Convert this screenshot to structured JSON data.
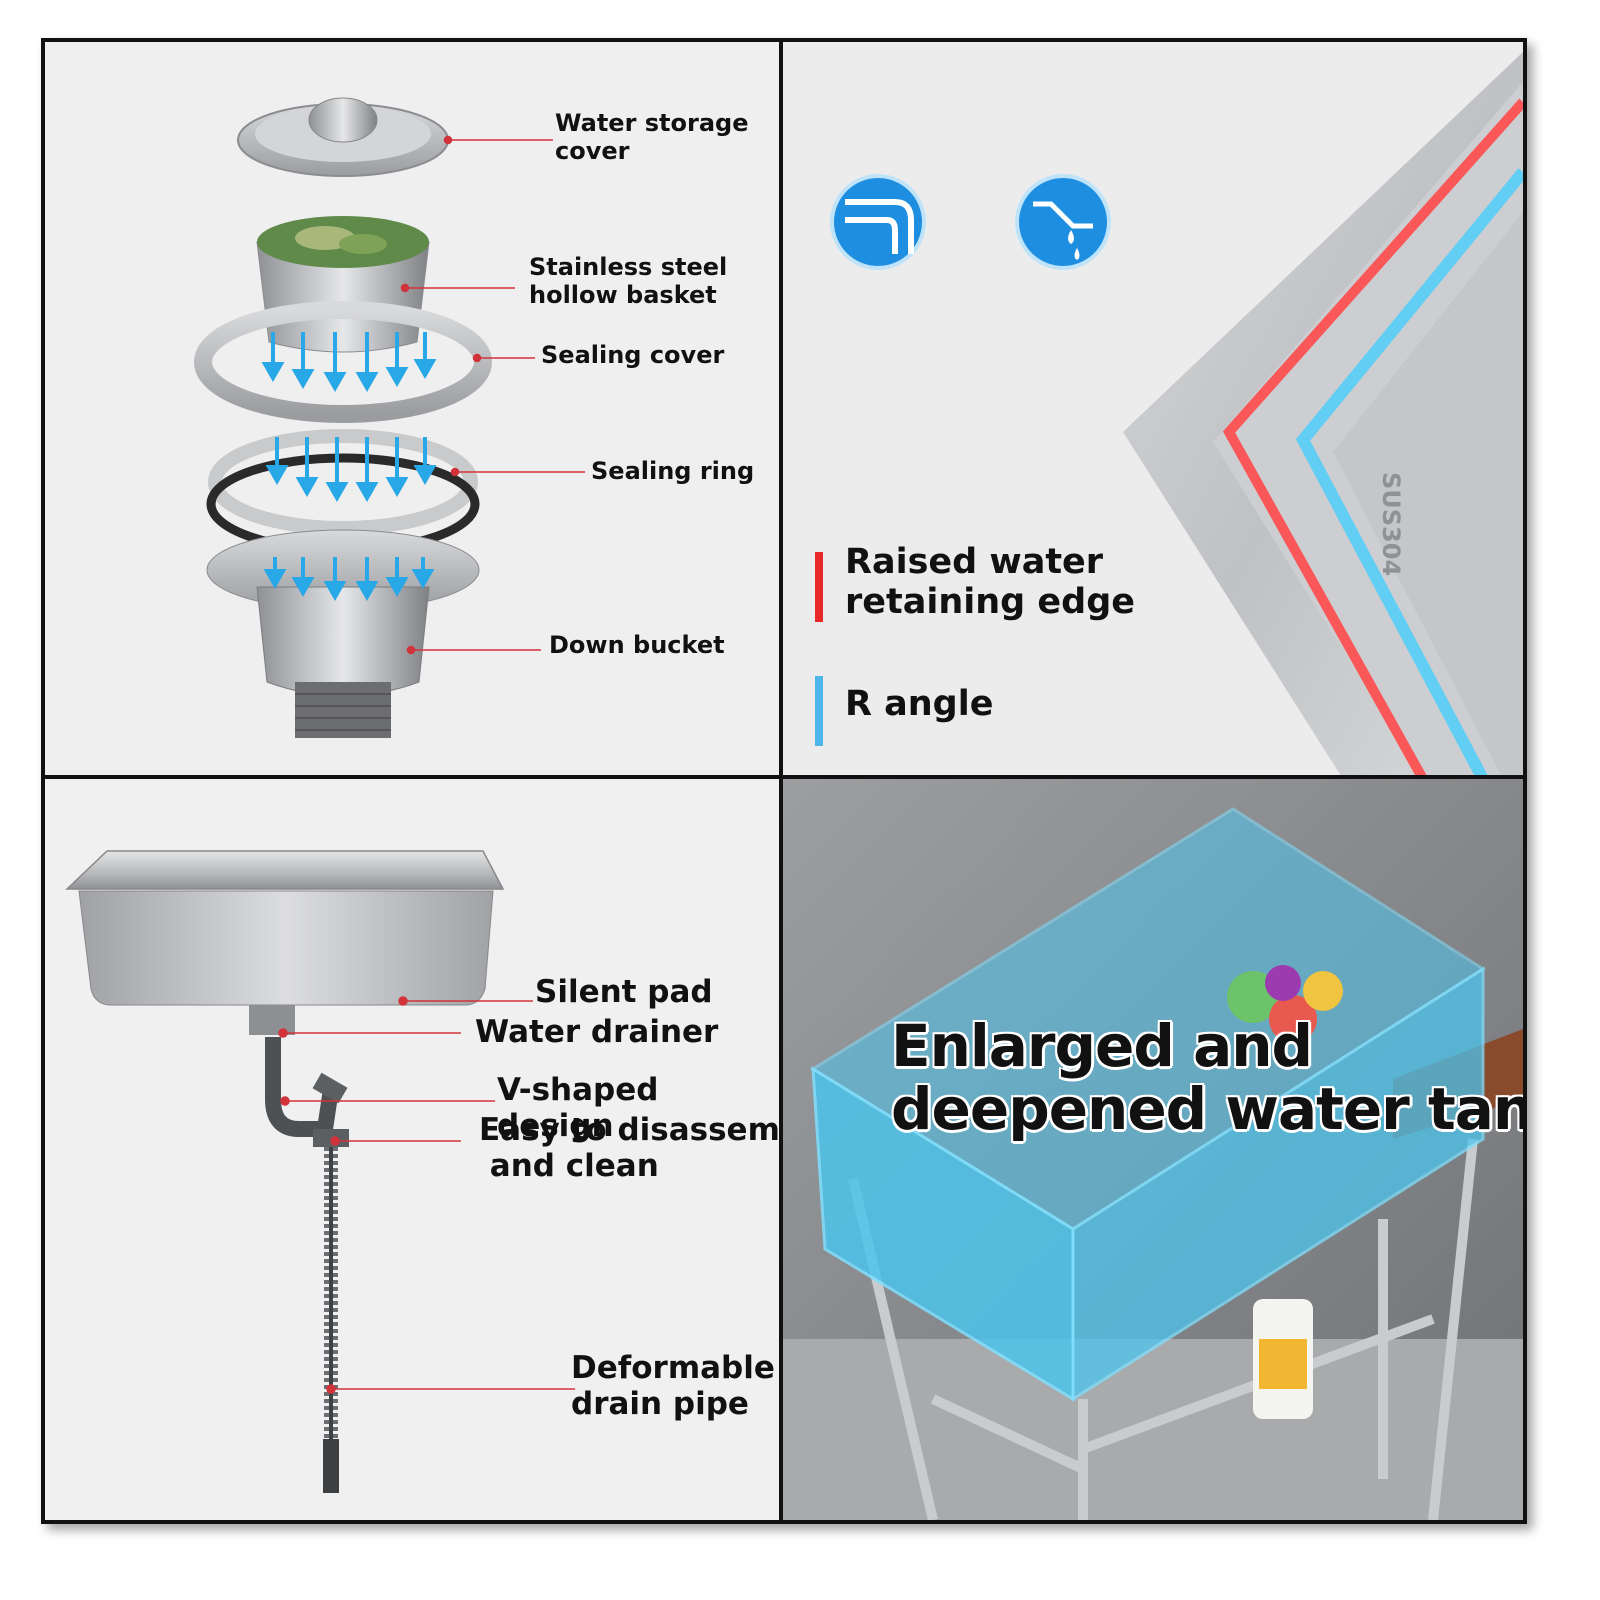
{
  "drain_assembly": {
    "labels": {
      "water_storage_cover": "Water storage\ncover",
      "hollow_basket": "Stainless steel\nhollow basket",
      "sealing_cover": "Sealing cover",
      "sealing_ring": "Sealing ring",
      "down_bucket": "Down bucket"
    }
  },
  "edge_detail": {
    "stamp": "SUS304",
    "legend": [
      {
        "label": "Raised water\nretaining edge",
        "color": "#e8272a"
      },
      {
        "label": "R angle",
        "color": "#4fb6ea"
      }
    ],
    "icons": [
      "edge-profile-icon",
      "water-drip-icon"
    ],
    "icon_color": "#1e8fe0"
  },
  "sink_parts": {
    "labels": {
      "silent_pad": "Silent pad",
      "water_drainer": "Water drainer",
      "v_shaped": "V-shaped design",
      "easy_clean": "Easy to disassemble\n and clean",
      "drain_pipe": "Deformable\ndrain pipe"
    },
    "leader_color": "#d2323a"
  },
  "tank": {
    "headline": "Enlarged and\ndeepened water tank",
    "water_color": "#4cc4ec"
  }
}
